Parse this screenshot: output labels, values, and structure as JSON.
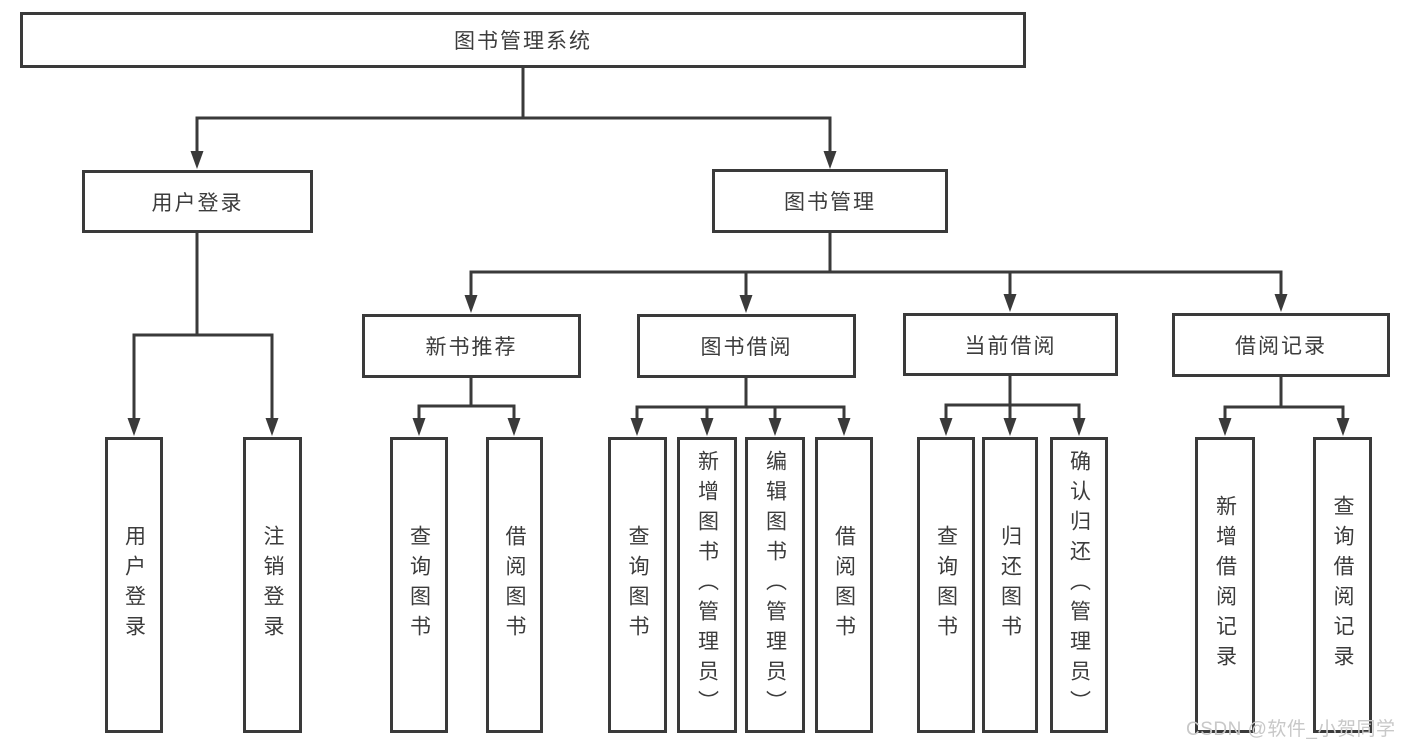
{
  "colors": {
    "line": "#3a3a3a",
    "text": "#3c3c3c",
    "background": "#ffffff",
    "watermark": "#c8c8c8"
  },
  "watermark": "CSDN @软件_小贺同学",
  "tree": {
    "root": "图书管理系统",
    "user_login": {
      "label": "用户登录",
      "children": [
        "用户登录",
        "注销登录"
      ]
    },
    "book_mgmt": {
      "label": "图书管理",
      "sections": {
        "new_book_rec": {
          "label": "新书推荐",
          "children": [
            "查询图书",
            "借阅图书"
          ]
        },
        "book_borrow": {
          "label": "图书借阅",
          "children": [
            "查询图书",
            "新增图书（管理员）",
            "编辑图书（管理员）",
            "借阅图书"
          ]
        },
        "current_borrow": {
          "label": "当前借阅",
          "children": [
            "查询图书",
            "归还图书",
            "确认归还（管理员）"
          ]
        },
        "borrow_records": {
          "label": "借阅记录",
          "children": [
            "新增借阅记录",
            "查询借阅记录"
          ]
        }
      }
    }
  }
}
